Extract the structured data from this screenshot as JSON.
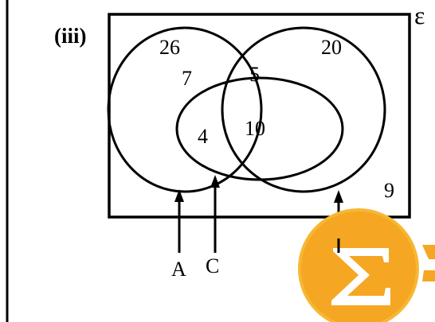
{
  "part_label": "(iii)",
  "universal_set_symbol": "ε",
  "regions": {
    "a_outer_total": "26",
    "b_outer_total": "20",
    "a_only": "7",
    "a_and_b_only": "5",
    "a_and_c_only": "4",
    "a_b_c": "10",
    "outside": "9"
  },
  "set_labels": {
    "a": "A",
    "c": "C"
  },
  "colors": {
    "logo_orange": "#f5a623",
    "logo_orange_light": "#f7b733",
    "ink": "#000000"
  },
  "logo_icon": "sigma-icon"
}
